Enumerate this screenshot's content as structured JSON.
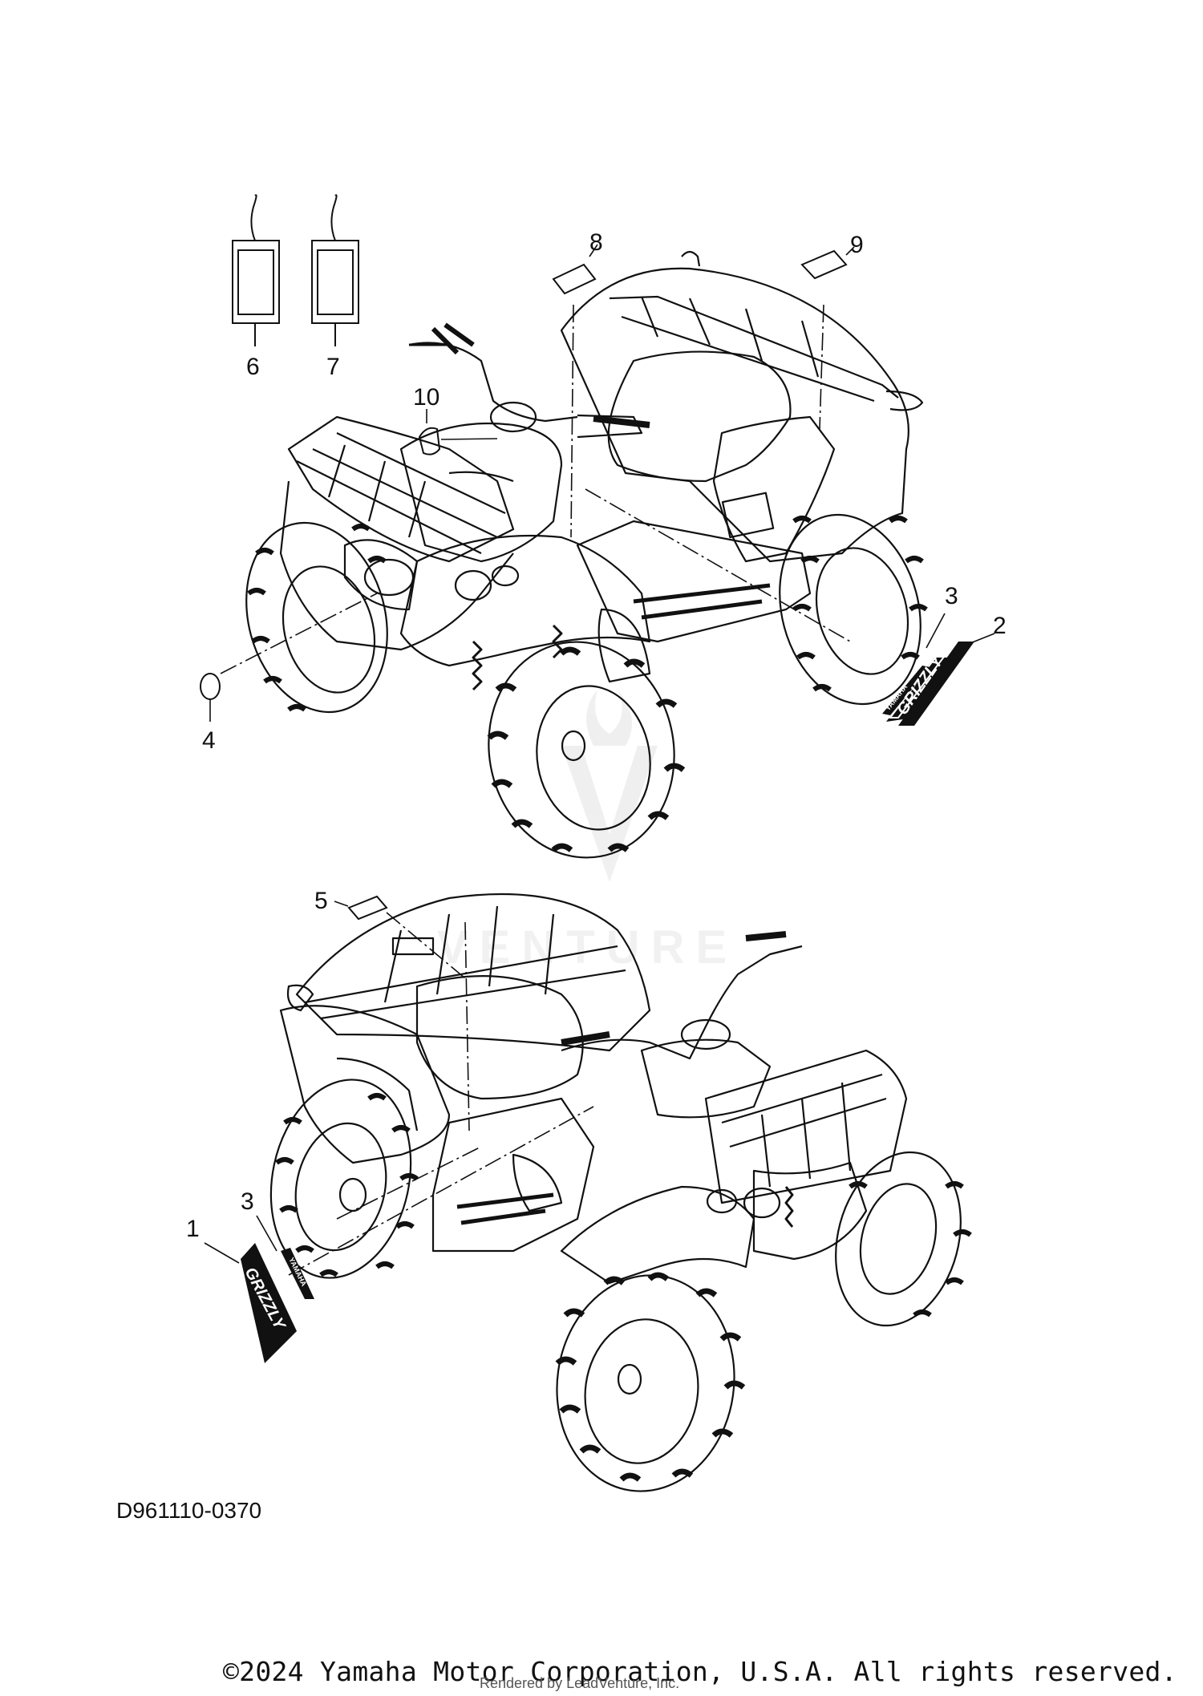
{
  "callouts": {
    "c1": "1",
    "c2": "2",
    "c3a": "3",
    "c3b": "3",
    "c4": "4",
    "c5": "5",
    "c6": "6",
    "c7": "7",
    "c8": "8",
    "c9": "9",
    "c10": "10"
  },
  "decal_text": {
    "brand": "YAMAHA",
    "model": "GRIZZLY"
  },
  "watermark": {
    "text": "VENTURE"
  },
  "diagram_code": "D961110-0370",
  "copyright": "©2024 Yamaha Motor Corporation, U.S.A. All rights reserved.",
  "rendered_by": "Rendered by LeadVenture, Inc."
}
